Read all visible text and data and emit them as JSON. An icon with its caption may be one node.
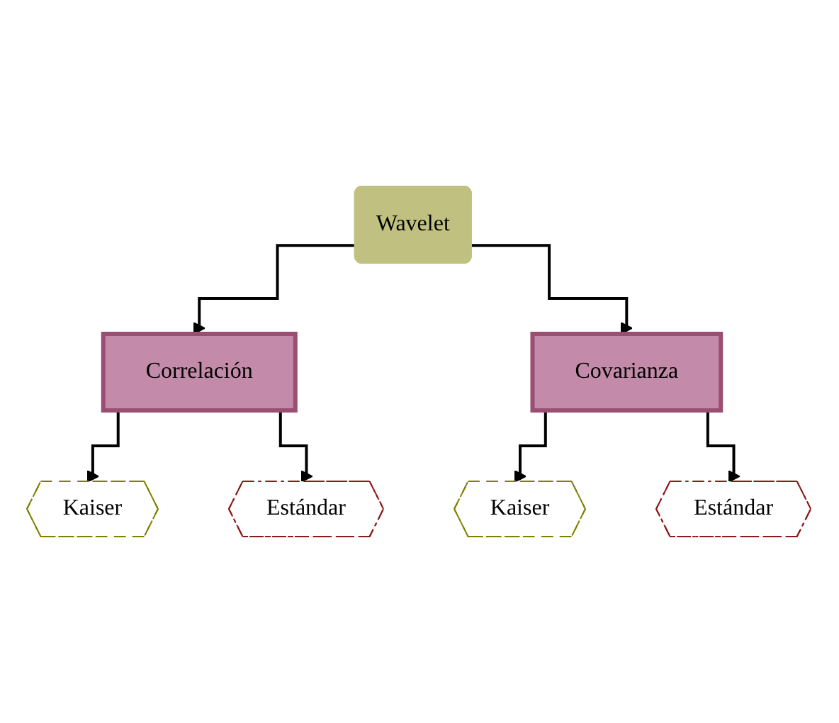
{
  "diagram": {
    "nodes": [
      {
        "text": [
          "Wavelet"
        ]
      },
      {
        "text": [
          "Correlación"
        ]
      },
      {
        "text": [
          "Covarianza"
        ]
      },
      {
        "text": [
          "Kaiser"
        ]
      },
      {
        "text": [
          "Estándar"
        ]
      },
      {
        "text": [
          "Kaiser"
        ]
      },
      {
        "text": [
          "Estándar"
        ]
      }
    ],
    "edges": [
      {
        "from": 0,
        "to": 1,
        "arrow": "to"
      },
      {
        "from": 0,
        "to": 2,
        "arrow": "to"
      },
      {
        "from": 1,
        "to": 3,
        "arrow": "to"
      },
      {
        "from": 1,
        "to": 4,
        "arrow": "to"
      },
      {
        "from": 2,
        "to": 5,
        "arrow": "to"
      },
      {
        "from": 2,
        "to": 6,
        "arrow": "to"
      }
    ]
  }
}
